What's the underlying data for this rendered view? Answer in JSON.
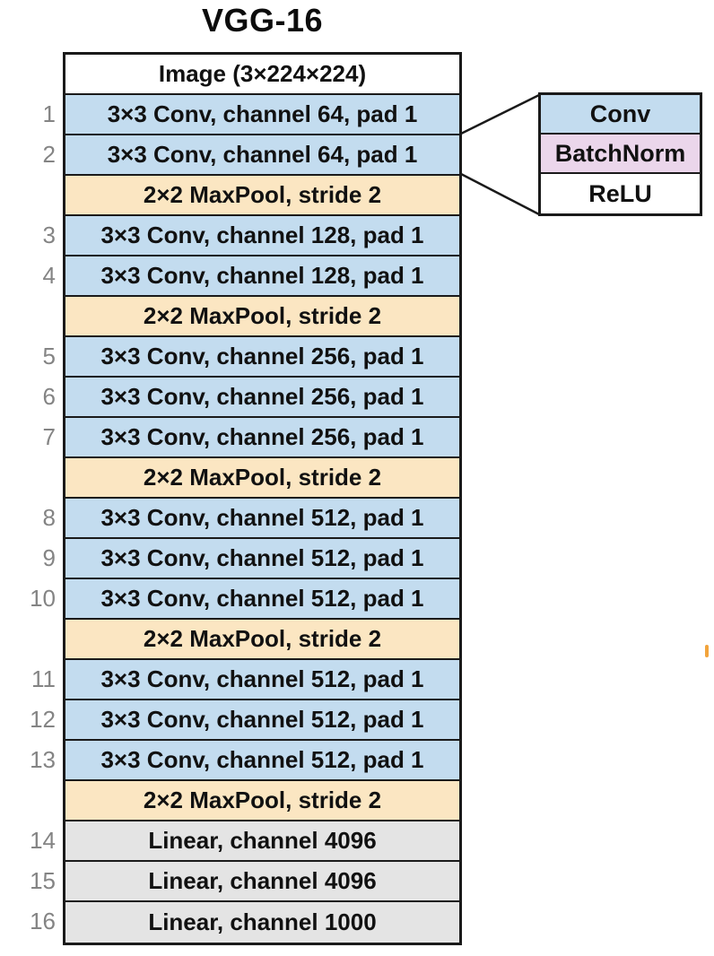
{
  "title": "VGG-16",
  "colors": {
    "image": "#FFFFFF",
    "conv": "#C3DCEF",
    "pool": "#FBE6C2",
    "linear": "#E4E4E4",
    "batchnorm": "#EBD6EB",
    "relu": "#FFFFFF",
    "border": "#1A1A1A",
    "number_text": "#848484",
    "stray_mark": "#F2A43C"
  },
  "stack": {
    "rows": [
      {
        "num": "",
        "label": "Image (3×224×224)",
        "type": "image"
      },
      {
        "num": "1",
        "label": "3×3 Conv, channel 64, pad 1",
        "type": "conv"
      },
      {
        "num": "2",
        "label": "3×3 Conv, channel 64, pad 1",
        "type": "conv"
      },
      {
        "num": "",
        "label": "2×2 MaxPool, stride 2",
        "type": "pool"
      },
      {
        "num": "3",
        "label": "3×3 Conv, channel 128, pad 1",
        "type": "conv"
      },
      {
        "num": "4",
        "label": "3×3 Conv, channel 128, pad 1",
        "type": "conv"
      },
      {
        "num": "",
        "label": "2×2 MaxPool, stride 2",
        "type": "pool"
      },
      {
        "num": "5",
        "label": "3×3 Conv, channel 256, pad 1",
        "type": "conv"
      },
      {
        "num": "6",
        "label": "3×3 Conv, channel 256, pad 1",
        "type": "conv"
      },
      {
        "num": "7",
        "label": "3×3 Conv, channel 256, pad 1",
        "type": "conv"
      },
      {
        "num": "",
        "label": "2×2 MaxPool, stride 2",
        "type": "pool"
      },
      {
        "num": "8",
        "label": "3×3 Conv, channel 512, pad 1",
        "type": "conv"
      },
      {
        "num": "9",
        "label": "3×3 Conv, channel 512, pad 1",
        "type": "conv"
      },
      {
        "num": "10",
        "label": "3×3 Conv, channel 512, pad 1",
        "type": "conv"
      },
      {
        "num": "",
        "label": "2×2 MaxPool, stride 2",
        "type": "pool"
      },
      {
        "num": "11",
        "label": "3×3 Conv, channel 512, pad 1",
        "type": "conv"
      },
      {
        "num": "12",
        "label": "3×3 Conv, channel 512, pad 1",
        "type": "conv"
      },
      {
        "num": "13",
        "label": "3×3 Conv, channel 512, pad 1",
        "type": "conv"
      },
      {
        "num": "",
        "label": "2×2 MaxPool, stride 2",
        "type": "pool"
      },
      {
        "num": "14",
        "label": "Linear, channel 4096",
        "type": "linear"
      },
      {
        "num": "15",
        "label": "Linear, channel 4096",
        "type": "linear"
      },
      {
        "num": "16",
        "label": "Linear, channel 1000",
        "type": "linear"
      }
    ]
  },
  "inset": {
    "rows": [
      {
        "label": "Conv",
        "type": "conv"
      },
      {
        "label": "BatchNorm",
        "type": "batchnorm"
      },
      {
        "label": "ReLU",
        "type": "relu"
      }
    ]
  }
}
